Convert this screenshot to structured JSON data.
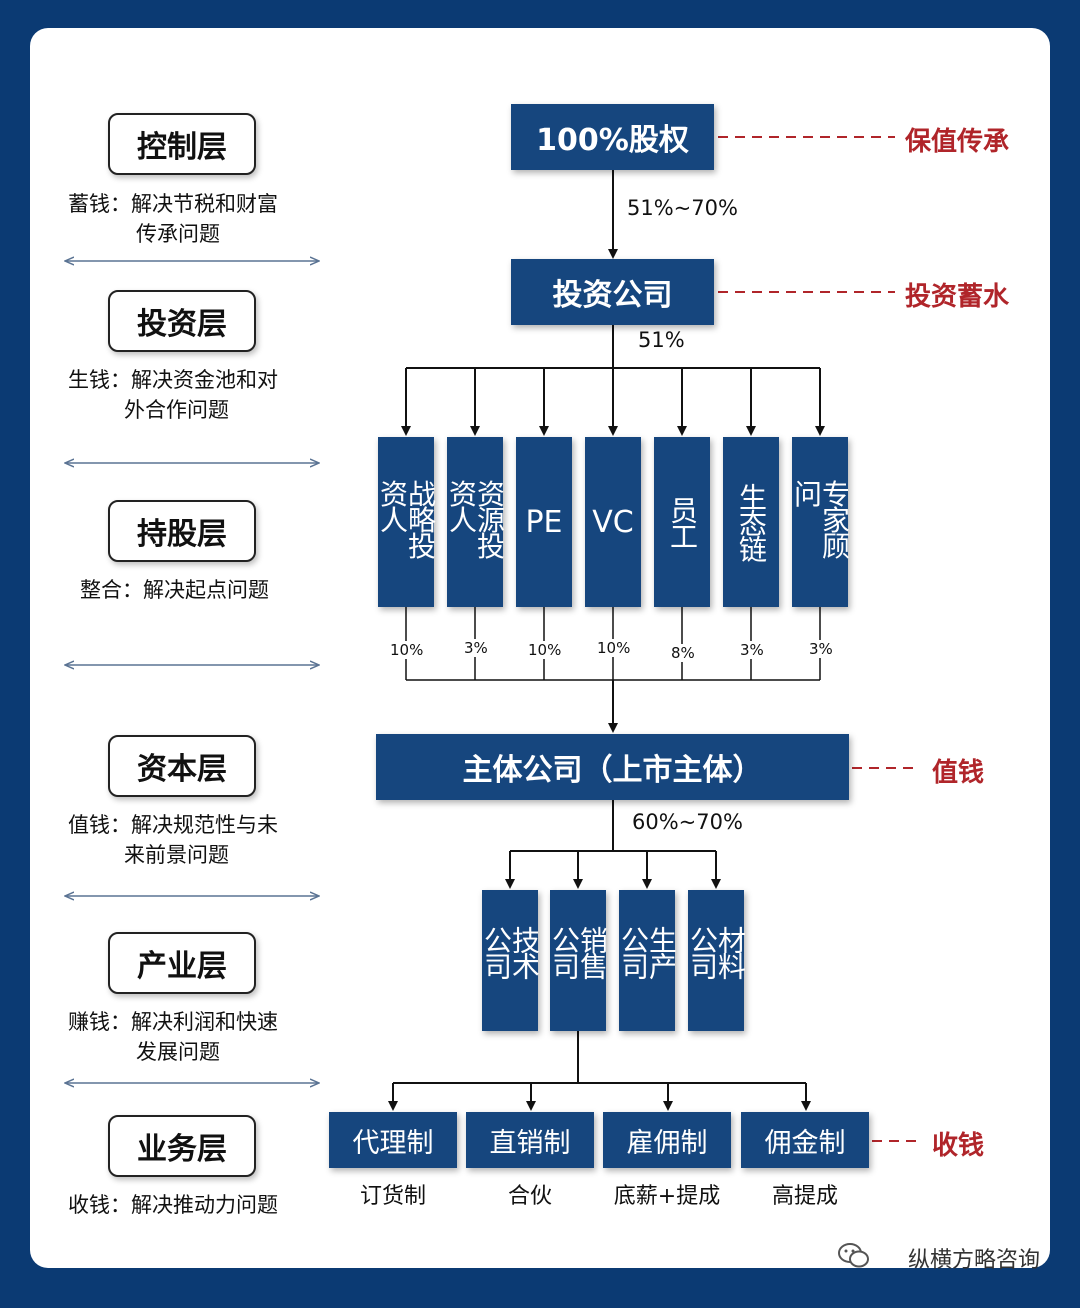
{
  "layers": [
    {
      "name": "控制层",
      "desc1": "蓄钱：解决节税和财富",
      "desc2": "传承问题"
    },
    {
      "name": "投资层",
      "desc1": "生钱：解决资金池和对",
      "desc2": "外合作问题"
    },
    {
      "name": "持股层",
      "desc1": "整合：解决起点问题",
      "desc2": ""
    },
    {
      "name": "资本层",
      "desc1": "值钱：解决规范性与未",
      "desc2": "来前景问题"
    },
    {
      "name": "产业层",
      "desc1": "赚钱：解决利润和快速",
      "desc2": "发展问题"
    },
    {
      "name": "业务层",
      "desc1": "收钱：解决推动力问题",
      "desc2": ""
    }
  ],
  "top_box": "100%股权",
  "top_pct": "51%~70%",
  "invest_box": "投资公司",
  "invest_pct": "51%",
  "holders": [
    {
      "label": "战略投资人",
      "pct": "10%"
    },
    {
      "label": "资源投资人",
      "pct": "3%"
    },
    {
      "label": "PE",
      "pct": "10%"
    },
    {
      "label": "VC",
      "pct": "10%"
    },
    {
      "label": "员工",
      "pct": "8%"
    },
    {
      "label": "生态链",
      "pct": "3%"
    },
    {
      "label": "专家顾问",
      "pct": "3%"
    }
  ],
  "main_box": "主体公司（上市主体）",
  "main_pct": "60%~70%",
  "subsidiaries": [
    "技术公司",
    "销售公司",
    "生产公司",
    "材料公司"
  ],
  "business": [
    {
      "label": "代理制",
      "sub": "订货制"
    },
    {
      "label": "直销制",
      "sub": "合伙"
    },
    {
      "label": "雇佣制",
      "sub": "底薪+提成"
    },
    {
      "label": "佣金制",
      "sub": "高提成"
    }
  ],
  "side_notes": {
    "top": "保值传承",
    "invest": "投资蓄水",
    "main": "值钱",
    "business": "收钱"
  },
  "watermark": "纵横方略咨询",
  "colors": {
    "navy": "#16467e",
    "border": "#0b3a73",
    "red": "#b0252a"
  }
}
